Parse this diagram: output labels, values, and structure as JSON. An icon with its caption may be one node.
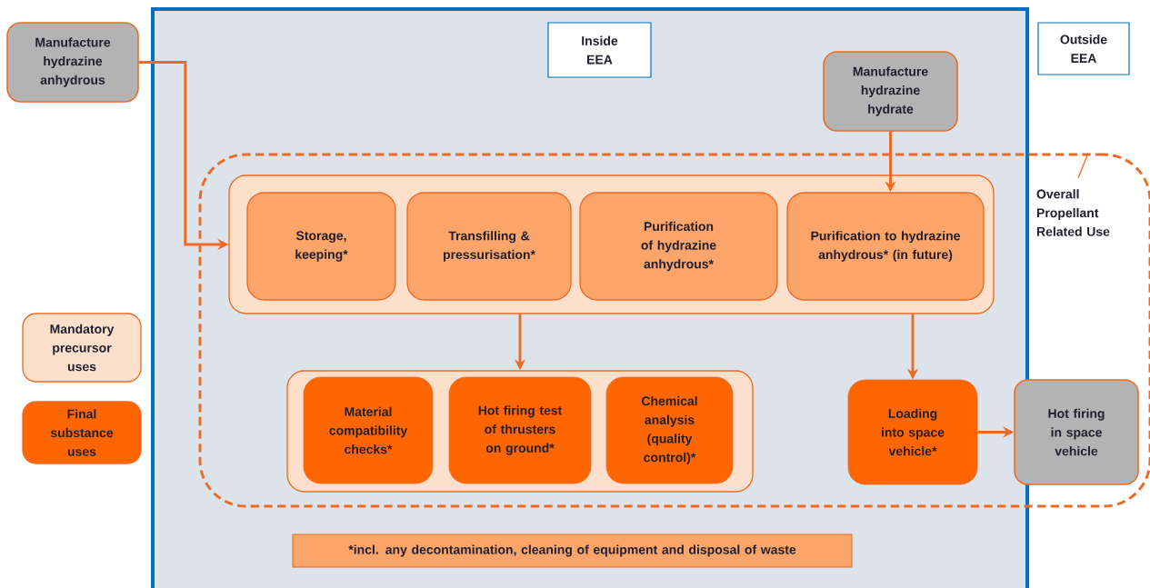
{
  "diagram": {
    "nodes": [
      {
        "text": [
          "Manufacture hydrazine anhydrous"
        ]
      },
      {
        "text": [
          "Inside EEA"
        ]
      },
      {
        "text": [
          "Outside EEA"
        ]
      },
      {
        "text": [
          "Manufacture hydrazine hydrate"
        ]
      },
      {
        "text": [],
        "shape": "box"
      },
      {
        "text": [
          "Overall Propellant Related Use"
        ],
        "in": 4
      },
      {
        "text": [],
        "shape": "box",
        "in": 4
      },
      {
        "text": [
          "Storage, keeping*"
        ],
        "in": 6
      },
      {
        "text": [
          "Transfilling & pressurisation*"
        ],
        "in": 6
      },
      {
        "text": [
          "Purification of hydrazine anhydrous*"
        ],
        "in": 6
      },
      {
        "text": [
          "Purification to hydrazine anhydrous* (in future)"
        ],
        "in": 6
      },
      {
        "text": [],
        "shape": "box",
        "in": 4
      },
      {
        "text": [
          "Material compatibility checks*"
        ],
        "in": 11
      },
      {
        "text": [
          "Hot firing test of thrusters on ground*"
        ],
        "in": 11
      },
      {
        "text": [
          "Chemical analysis (quality control)*"
        ],
        "in": 11
      },
      {
        "text": [
          "Loading into space vehicle*"
        ],
        "in": 4
      },
      {
        "text": [
          "Hot firing in space vehicle"
        ],
        "in": 4
      },
      {
        "text": [
          "*incl. any decontamination, cleaning of equipment  and disposal of waste"
        ]
      }
    ],
    "edges": [
      {
        "from": 0,
        "to": 6,
        "arrow": "to"
      },
      {
        "from": 3,
        "to": 10,
        "arrow": "to"
      },
      {
        "from": 6,
        "to": 11,
        "arrow": "to"
      },
      {
        "from": 6,
        "to": 15,
        "arrow": "to"
      },
      {
        "from": 15,
        "to": 16,
        "arrow": "to"
      },
      {
        "from": 5,
        "to": 4,
        "arrow": "none"
      }
    ],
    "legend": [
      {
        "text": "Mandatory precursor uses",
        "color": "#fde0cc"
      },
      {
        "text": "Final substance uses",
        "color": "#ff6600"
      }
    ]
  }
}
